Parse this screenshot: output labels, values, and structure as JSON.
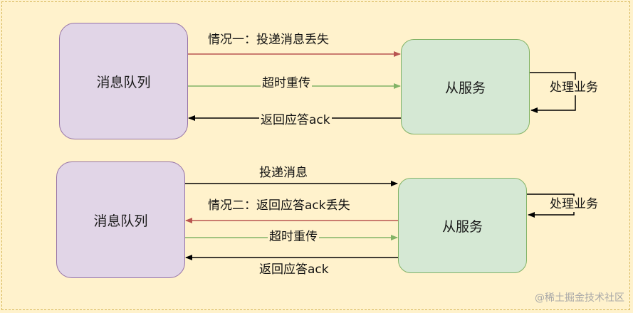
{
  "nodes": {
    "mq1": "消息队列",
    "svc1": "从服务",
    "mq2": "消息队列",
    "svc2": "从服务"
  },
  "edges": {
    "s1_deliver_lost": "情况一：投递消息丢失",
    "s1_retry": "超时重传",
    "s1_ack": "返回应答ack",
    "s1_self": "处理业务",
    "s2_deliver": "投递消息",
    "s2_ack_lost": "情况二：返回应答ack丢失",
    "s2_retry": "超时重传",
    "s2_ack": "返回应答ack",
    "s2_self": "处理业务"
  },
  "colors": {
    "background": "#fff2cc",
    "frame": "#d6b656",
    "queue_fill": "#e1d5e7",
    "queue_stroke": "#9673a6",
    "service_fill": "#d5e8d4",
    "service_stroke": "#82b366",
    "lost_arrow": "#b85450",
    "retry_arrow": "#82b366",
    "normal_arrow": "#000000"
  },
  "watermark": "@稀土掘金技术社区"
}
